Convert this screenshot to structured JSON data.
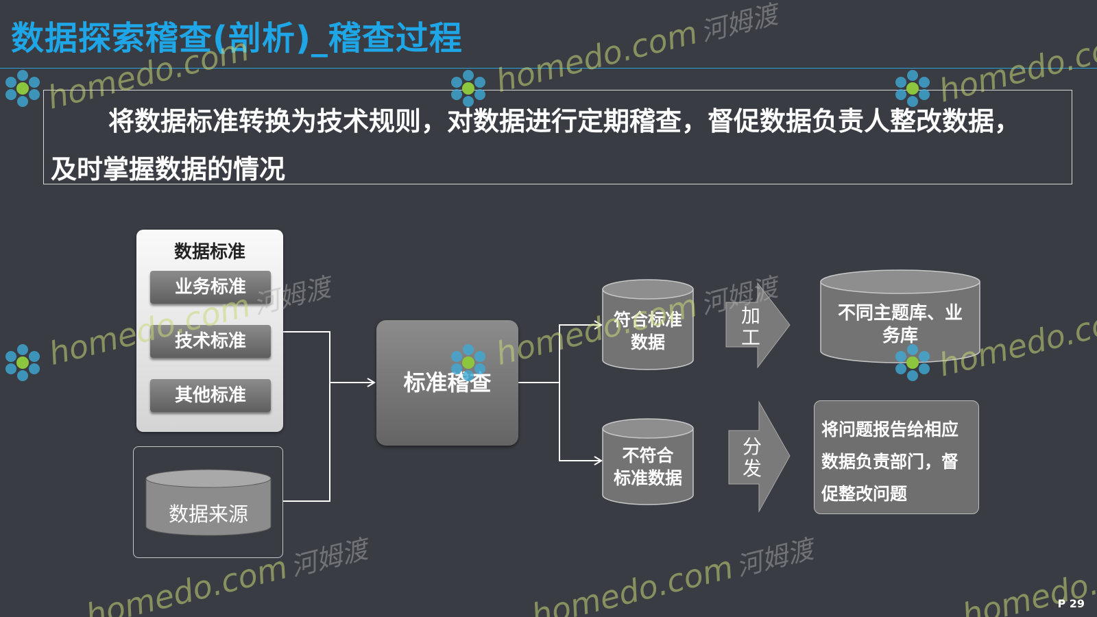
{
  "title": "数据探索稽查(剖析)_稽查过程",
  "description": {
    "line1": "将数据标准转换为技术规则，对数据进行定期稽查，督促数据负责人整改数据，",
    "line2": "及时掌握数据的情况"
  },
  "standards_panel": {
    "title": "数据标准",
    "items": [
      "业务标准",
      "技术标准",
      "其他标准"
    ]
  },
  "data_source": "数据来源",
  "center_process": "标准稽查",
  "compliant_data": {
    "line1": "符合标准",
    "line2": "数据"
  },
  "noncompliant_data": {
    "line1": "不符合",
    "line2": "标准数据"
  },
  "process_arrow": {
    "c1": "加",
    "c2": "工"
  },
  "distribute_arrow": {
    "c1": "分",
    "c2": "发"
  },
  "business_db": {
    "line1": "不同主题库、业",
    "line2": "务库"
  },
  "notify": {
    "line1": "将问题报告给相应",
    "line2": "数据负责部门，督",
    "line3": "促整改问题"
  },
  "watermark": {
    "latin": "homedo.com",
    "cn": "河姆渡"
  },
  "page_number": "P 29",
  "colors": {
    "background": "#393c43",
    "title": "#1fa6e6",
    "shape_fill": "#737373"
  }
}
